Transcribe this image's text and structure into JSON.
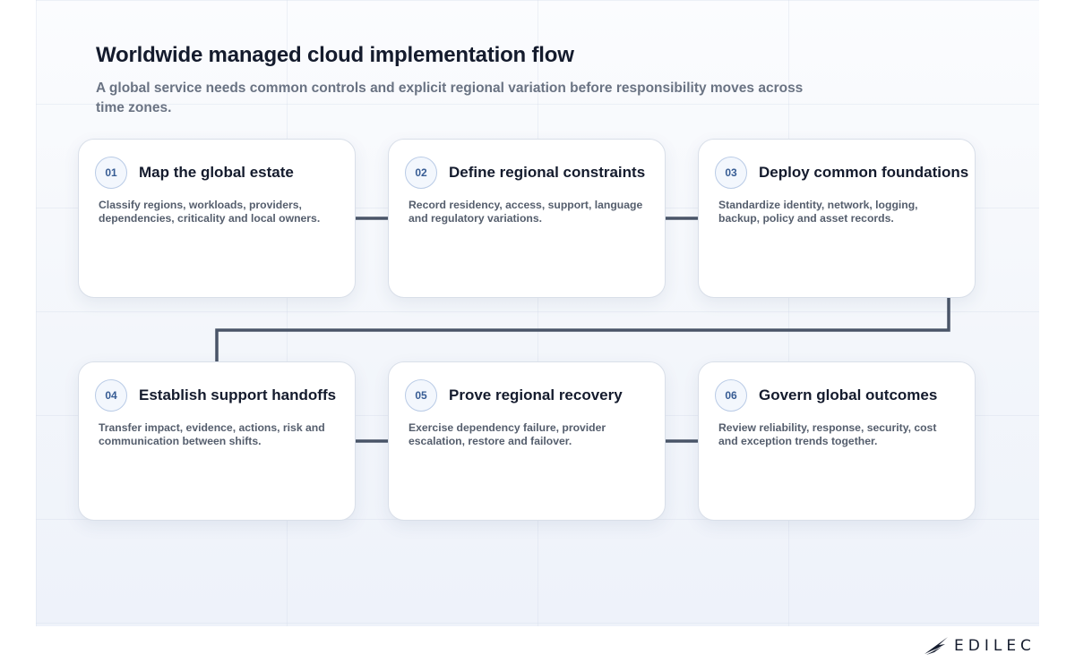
{
  "header": {
    "title": "Worldwide managed cloud implementation flow",
    "subtitle": "A global service needs common controls and explicit regional variation before responsibility moves across time zones."
  },
  "steps": [
    {
      "number": "01",
      "title": "Map the global estate",
      "description": "Classify regions, workloads, providers, dependencies, criticality and local owners."
    },
    {
      "number": "02",
      "title": "Define regional constraints",
      "description": "Record residency, access, support, language and regulatory variations."
    },
    {
      "number": "03",
      "title": "Deploy common foundations",
      "description": "Standardize identity, network, logging, backup, policy and asset records."
    },
    {
      "number": "04",
      "title": "Establish support handoffs",
      "description": "Transfer impact, evidence, actions, risk and communication between shifts."
    },
    {
      "number": "05",
      "title": "Prove regional recovery",
      "description": "Exercise dependency failure, provider escalation, restore and failover."
    },
    {
      "number": "06",
      "title": "Govern global outcomes",
      "description": "Review reliability, response, security, cost and exception trends together."
    }
  ],
  "brand": {
    "name": "EDILEC",
    "icon": "bird-wing-logo-icon"
  },
  "colors": {
    "connector": "#4a5568",
    "badge_text": "#375c94",
    "title_text": "#141b2d"
  }
}
